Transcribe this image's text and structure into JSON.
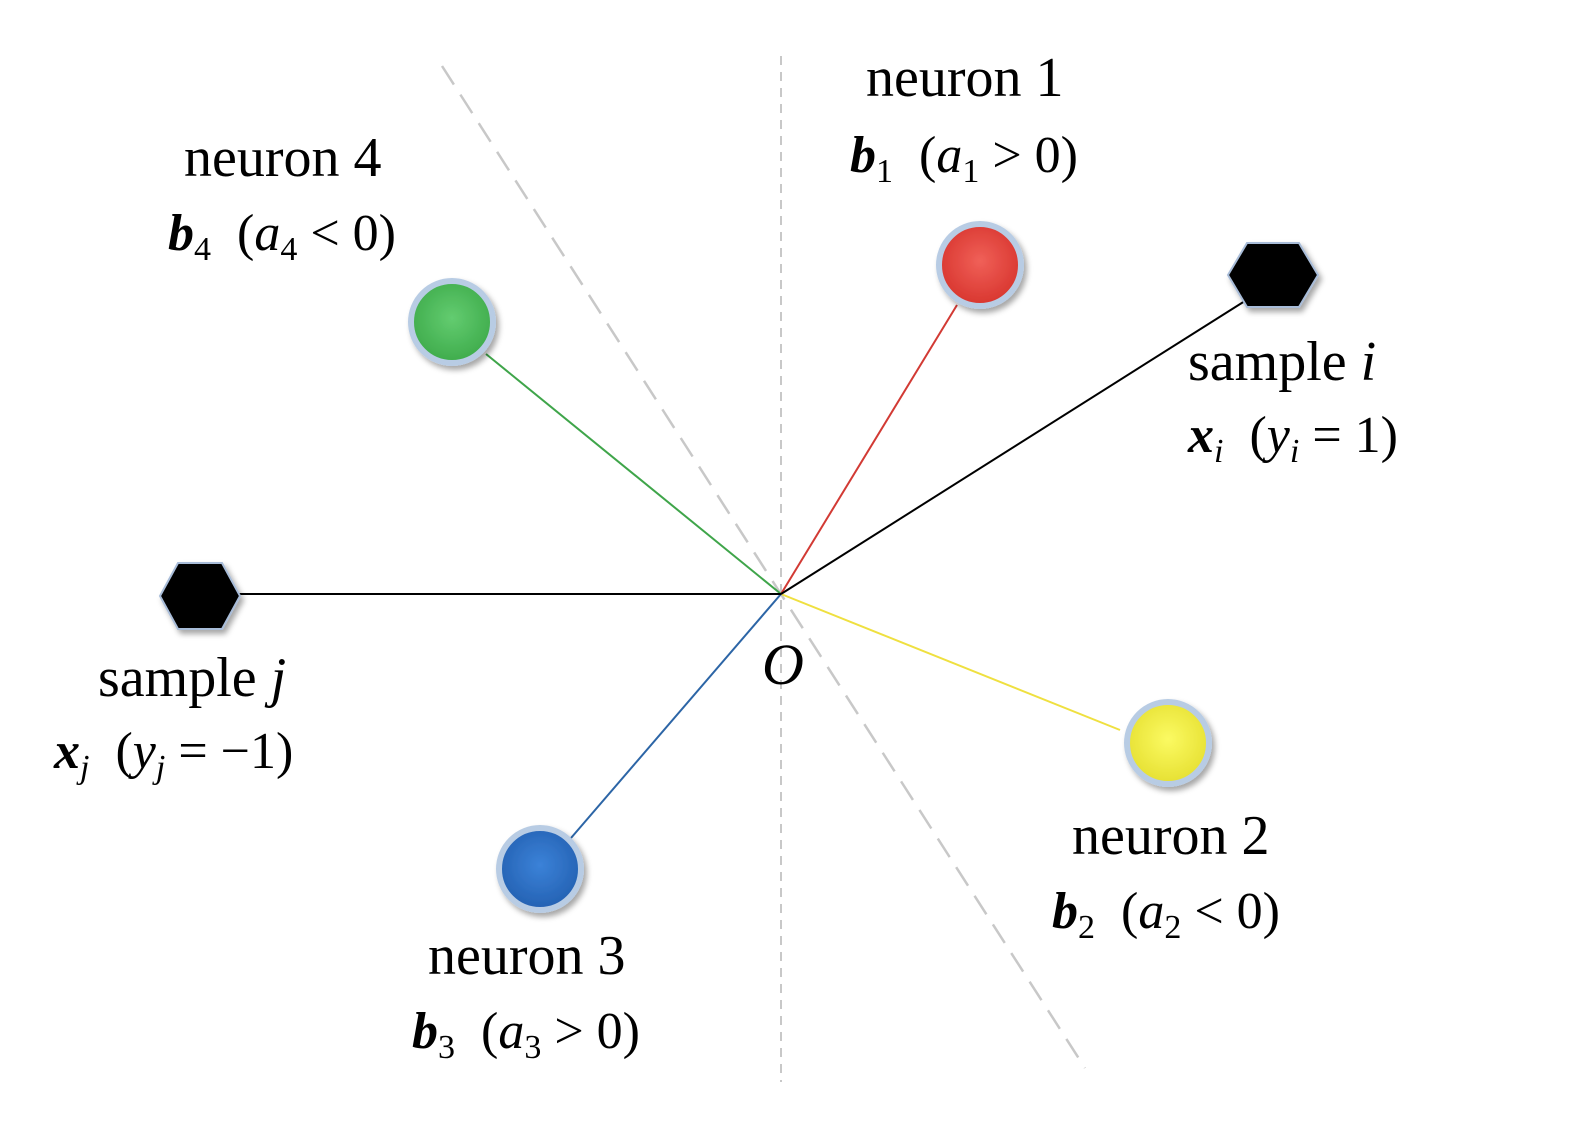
{
  "diagram": {
    "origin_label": "O",
    "neurons": [
      {
        "id": 1,
        "name": "neuron 1",
        "vector": "b",
        "sub": "1",
        "cond_var": "a",
        "cond_sub": "1",
        "cond_op": ">",
        "cond_val": "0",
        "color": "#e04038"
      },
      {
        "id": 2,
        "name": "neuron 2",
        "vector": "b",
        "sub": "2",
        "cond_var": "a",
        "cond_sub": "2",
        "cond_op": "<",
        "cond_val": "0",
        "color": "#f4f046"
      },
      {
        "id": 3,
        "name": "neuron 3",
        "vector": "b",
        "sub": "3",
        "cond_var": "a",
        "cond_sub": "3",
        "cond_op": ">",
        "cond_val": "0",
        "color": "#2f73c6"
      },
      {
        "id": 4,
        "name": "neuron 4",
        "vector": "b",
        "sub": "4",
        "cond_var": "a",
        "cond_sub": "4",
        "cond_op": "<",
        "cond_val": "0",
        "color": "#4fbf5c"
      }
    ],
    "samples": [
      {
        "id": "i",
        "name": "sample",
        "index": "i",
        "vector": "x",
        "sub": "i",
        "cond_var": "y",
        "cond_sub": "i",
        "cond_op": "=",
        "cond_val": "1",
        "color": "#000000"
      },
      {
        "id": "j",
        "name": "sample",
        "index": "j",
        "vector": "x",
        "sub": "j",
        "cond_var": "y",
        "cond_sub": "j",
        "cond_op": "=",
        "cond_val": "−1",
        "color": "#000000"
      }
    ],
    "colors": {
      "neuron_outline": "#b8cce4",
      "dashed_line": "#c8c8c8",
      "sample_fill": "#000000"
    }
  }
}
